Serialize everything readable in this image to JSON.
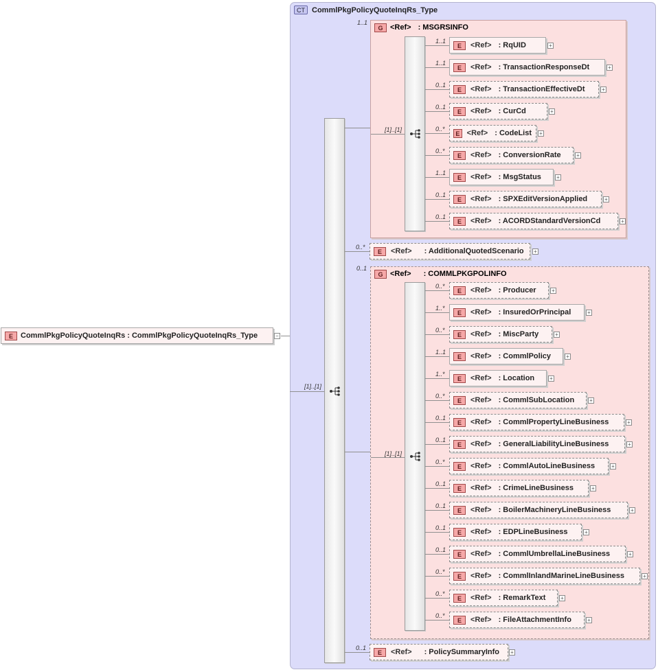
{
  "root": {
    "badge": "E",
    "label": "CommlPkgPolicyQuoteInqRs : CommlPkgPolicyQuoteInqRs_Type"
  },
  "complex_type": {
    "badge": "CT",
    "title": "CommlPkgPolicyQuoteInqRs_Type"
  },
  "ref_label": "<Ref>",
  "main_sequence": {
    "card": "[1]..[1]"
  },
  "msgrsinfo": {
    "badge": "G",
    "ref": "<Ref>",
    "name": ": MSGRSINFO",
    "card": "1..1",
    "seq_card": "[1]..[1]",
    "items": [
      {
        "card": "1..1",
        "name": ": RqUID"
      },
      {
        "card": "1..1",
        "name": ": TransactionResponseDt"
      },
      {
        "card": "0..1",
        "name": ": TransactionEffectiveDt"
      },
      {
        "card": "0..1",
        "name": ": CurCd"
      },
      {
        "card": "0..*",
        "name": ": CodeList"
      },
      {
        "card": "0..*",
        "name": ": ConversionRate"
      },
      {
        "card": "1..1",
        "name": ": MsgStatus"
      },
      {
        "card": "0..1",
        "name": ": SPXEditVersionApplied"
      },
      {
        "card": "0..1",
        "name": ": ACORDStandardVersionCd"
      }
    ]
  },
  "additional": {
    "card": "0..*",
    "name": ": AdditionalQuotedScenario"
  },
  "commlpkg": {
    "badge": "G",
    "ref": "<Ref>",
    "name": ": COMMLPKGPOLINFO",
    "card": "0..1",
    "seq_card": "[1]..[1]",
    "items": [
      {
        "card": "0..*",
        "name": ": Producer"
      },
      {
        "card": "1..*",
        "name": ": InsuredOrPrincipal"
      },
      {
        "card": "0..*",
        "name": ": MiscParty"
      },
      {
        "card": "1..1",
        "name": ": CommlPolicy"
      },
      {
        "card": "1..*",
        "name": ": Location"
      },
      {
        "card": "0..*",
        "name": ": CommlSubLocation"
      },
      {
        "card": "0..1",
        "name": ": CommlPropertyLineBusiness"
      },
      {
        "card": "0..1",
        "name": ": GeneralLiabilityLineBusiness"
      },
      {
        "card": "0..*",
        "name": ": CommlAutoLineBusiness"
      },
      {
        "card": "0..1",
        "name": ": CrimeLineBusiness"
      },
      {
        "card": "0..1",
        "name": ": BoilerMachineryLineBusiness"
      },
      {
        "card": "0..1",
        "name": ": EDPLineBusiness"
      },
      {
        "card": "0..1",
        "name": ": CommlUmbrellaLineBusiness"
      },
      {
        "card": "0..*",
        "name": ": CommlInlandMarineLineBusiness"
      },
      {
        "card": "0..*",
        "name": ": RemarkText"
      },
      {
        "card": "0..*",
        "name": ": FileAttachmentInfo"
      }
    ]
  },
  "policy_summary": {
    "card": "0..1",
    "name": ": PolicySummaryInfo"
  }
}
